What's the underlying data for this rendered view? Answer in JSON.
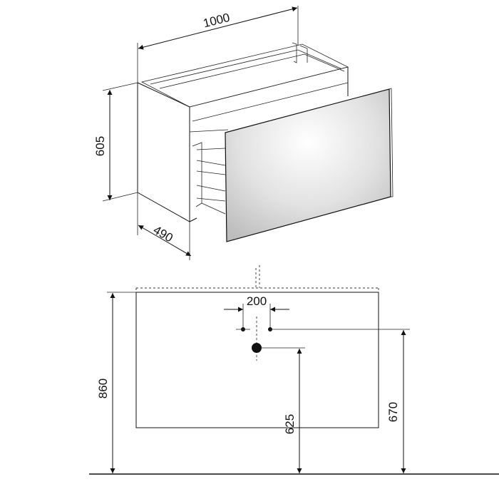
{
  "isometric_view": {
    "width_label": "1000",
    "height_label": "605",
    "depth_label": "490"
  },
  "front_view": {
    "hole_spacing_label": "200",
    "drain_height_label": "625",
    "hole_height_label": "670",
    "total_height_label": "860"
  }
}
